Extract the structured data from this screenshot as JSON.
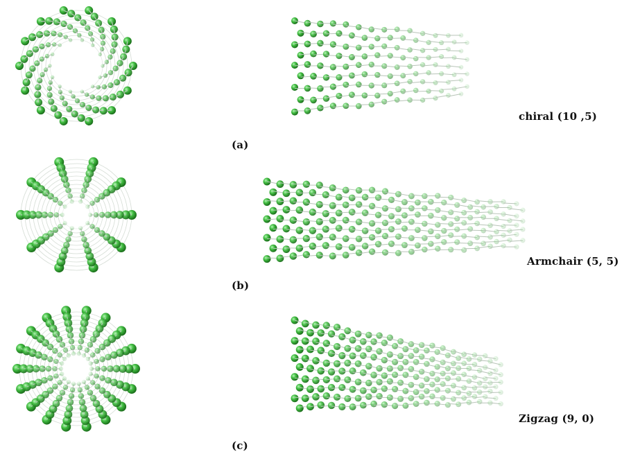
{
  "panels": [
    {
      "id": "a",
      "panel_label": "(a)",
      "nanotube_type": "chiral (10 ,5)"
    },
    {
      "id": "b",
      "panel_label": "(b)",
      "nanotube_type": "Armchair (5, 5)"
    },
    {
      "id": "c",
      "panel_label": "(c)",
      "nanotube_type": "Zigzag (9, 0)"
    }
  ],
  "colors": {
    "atom": "#3fb83f",
    "atom_dark": "#1f7d1f",
    "atom_light": "#9af09a",
    "bond": "#b8c4b8",
    "text": "#111111",
    "background": "#ffffff"
  }
}
